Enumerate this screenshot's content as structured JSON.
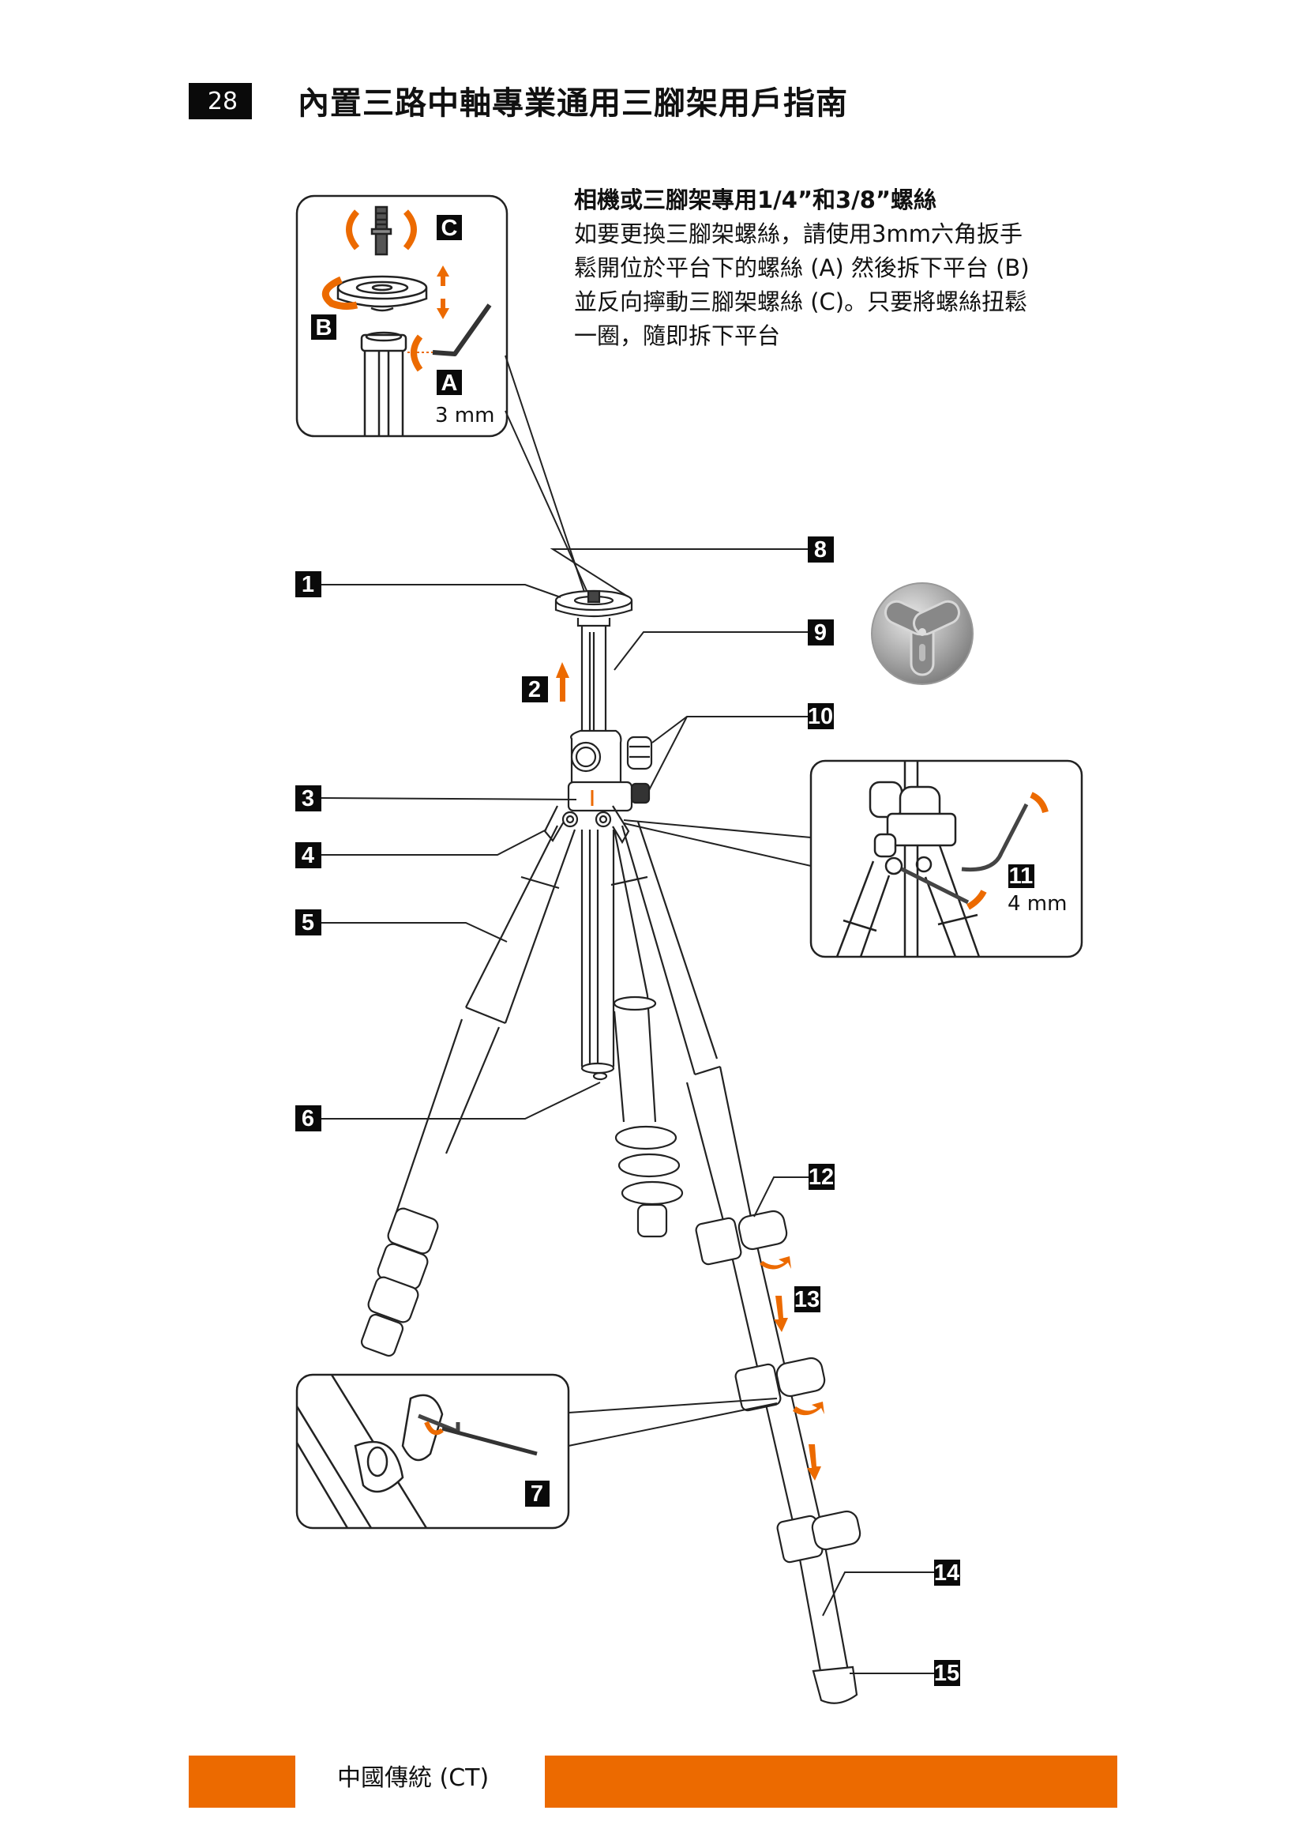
{
  "header": {
    "page_number": "28",
    "title": "內置三路中軸專業通用三腳架用戶指南"
  },
  "description": {
    "title": "相機或三腳架專用1/4”和3/8”螺絲",
    "lines": [
      "如要更換三腳架螺絲，請使用3mm六角扳手",
      "鬆開位於平台下的螺絲 (A) 然後拆下平台 (B)",
      "並反向擰動三腳架螺絲 (C)。只要將螺絲扭鬆",
      "一圈，隨即拆下平台"
    ]
  },
  "diagram": {
    "inset_top": {
      "labels": [
        "C",
        "B",
        "A"
      ],
      "wrench_size": "3 mm"
    },
    "inset_leg_angle": {
      "label": "11",
      "wrench_size": "4 mm"
    },
    "inset_leg_lock": {
      "label": "7"
    },
    "callouts": [
      "1",
      "2",
      "3",
      "4",
      "5",
      "6",
      "8",
      "9",
      "10",
      "12",
      "13",
      "14",
      "15"
    ],
    "accent_color": "#ec6a00"
  },
  "footer": {
    "language": "中國傳統 (CT)",
    "bar_color": "#ec6a00"
  }
}
